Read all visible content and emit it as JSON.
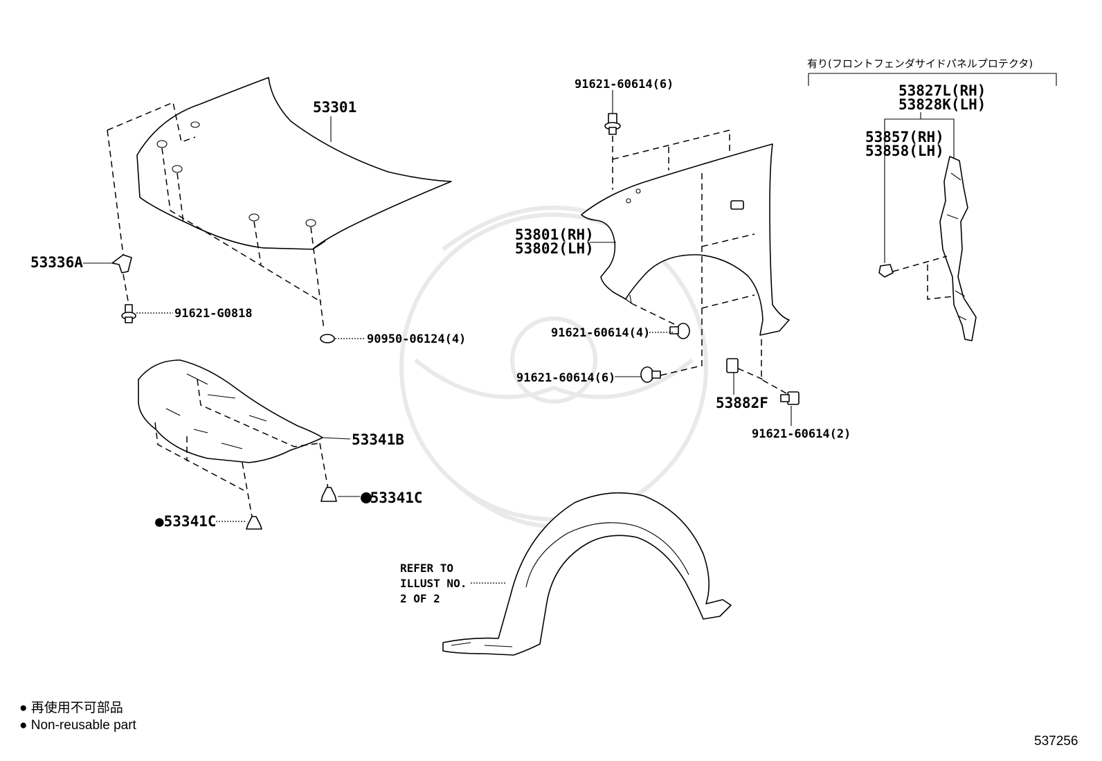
{
  "diagram_id": "537256",
  "parts": {
    "hood": "53301",
    "hood_bracket": "53336A",
    "bolt_g0818": "91621-G0818",
    "hood_cushion": "90950-06124(4)",
    "fender_bolt_top": "91621-60614(6)",
    "fender_rh": "53801(RH)",
    "fender_lh": "53802(LH)",
    "fender_bolt_mid": "91621-60614(4)",
    "fender_bolt_low": "91621-60614(6)",
    "fender_bracket": "53882F",
    "fender_bolt_bracket": "91621-60614(2)",
    "seal": "53341B",
    "clip_right": "●53341C",
    "clip_left": "●53341C",
    "protector_note": "有り(フロントフェンダサイドパネルプロテクタ)",
    "protector_rh": "53827L(RH)",
    "protector_lh": "53828K(LH)",
    "panel_rh": "53857(RH)",
    "panel_lh": "53858(LH)"
  },
  "refer": {
    "line1": "REFER TO",
    "line2": "ILLUST NO.",
    "line3": "2 OF 2"
  },
  "legend": {
    "jp": "● 再使用不可部品",
    "en": "● Non-reusable part"
  }
}
